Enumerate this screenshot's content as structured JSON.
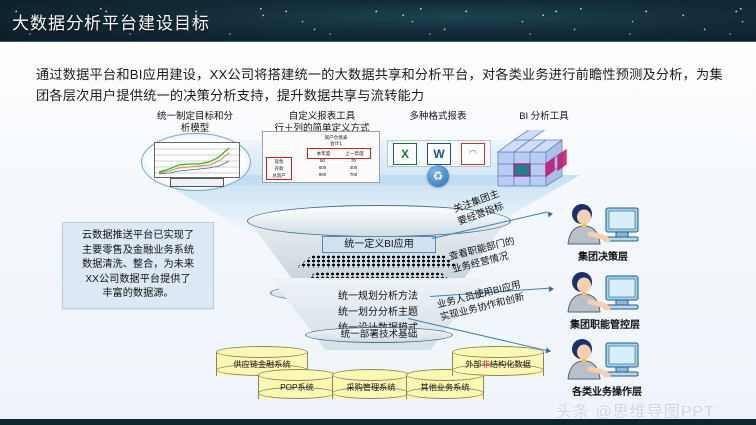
{
  "header": {
    "title": "大数据分析平台建设目标"
  },
  "intro": {
    "text": "通过数据平台和BI应用建设，XX公司将搭建统一的大数据共享和分析平台，对各类业务进行前瞻性预测及分析，为集团各层次用户提供统一的决策分析支持，提升数据共享与流转能力"
  },
  "top_labels": [
    {
      "line1": "统一制定目标和分",
      "line2": "析模型"
    },
    {
      "line1": "自定义报表工具",
      "line2": "行＋列的简单定义方式"
    },
    {
      "line1": "多种格式报表",
      "line2": ""
    },
    {
      "line1": "BI 分析工具",
      "line2": ""
    }
  ],
  "report_table": {
    "title_line1": "资产负债表",
    "title_line2": "会计1",
    "columns": [
      "本年度",
      "上一年度"
    ],
    "row_labels": [
      "现金",
      "存款",
      "总资产"
    ],
    "rows": [
      [
        "50",
        "70"
      ],
      [
        "600",
        "400"
      ],
      [
        "900",
        "700"
      ]
    ]
  },
  "office_icons": [
    {
      "name": "excel-icon",
      "glyph": "X"
    },
    {
      "name": "word-icon",
      "glyph": "W"
    },
    {
      "name": "chart-icon",
      "glyph": "◠"
    }
  ],
  "recycle_icon": {
    "glyph": "♻"
  },
  "callout": {
    "lines": [
      "云数据推送平台已实现了",
      "主要零售及金融业务系统",
      "数据清洗、整合，为未来",
      "XX公司数据平台提供了",
      "丰富的数据源。"
    ]
  },
  "funnel": {
    "bi_label": "统一定义BI应用",
    "layers": [
      "统一规划分析方法",
      "统一划分分析主题",
      "统一设计数据模式"
    ],
    "base_label": "统一部署技术基础"
  },
  "roles": [
    {
      "annotation": [
        "关注集团主",
        "要经营指标"
      ],
      "label": "集团决策层"
    },
    {
      "annotation": [
        "查看职能部门的",
        "业务经营情况"
      ],
      "label": "集团职能管控层"
    },
    {
      "annotation": [
        "业务人员使用BI应用",
        "实现业务协作和创新"
      ],
      "label": "各类业务操作层"
    }
  ],
  "sources": [
    {
      "label": "供应链金融系统",
      "red_part": ""
    },
    {
      "label": "POP系统",
      "red_part": ""
    },
    {
      "label": "采购管理系统",
      "red_part": ""
    },
    {
      "label": "其他业务系统",
      "red_part": ""
    },
    {
      "label_pre": "外部",
      "red_part": "非",
      "label_post": "结构化数据"
    }
  ],
  "watermark": {
    "text": "头条 @思维导图PPT"
  },
  "colors": {
    "header_bg": "#0c1c26",
    "accent_blue": "#2f6fad",
    "callout_bg": "#dce9f5",
    "cylinder": "#fbf7b5",
    "red": "#d02020"
  }
}
